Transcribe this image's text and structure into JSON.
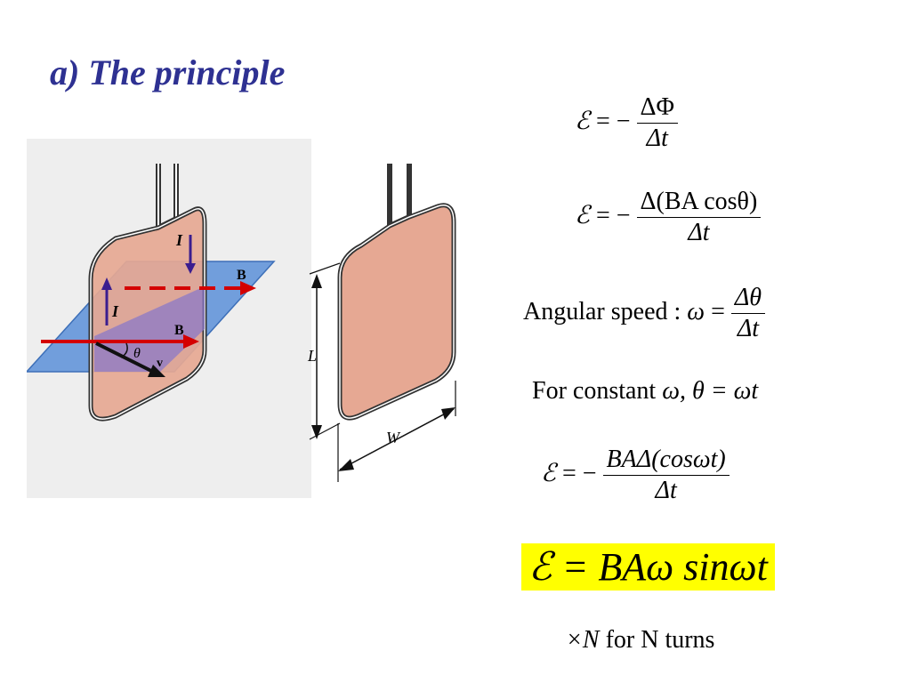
{
  "slide": {
    "title": "a) The principle"
  },
  "figure": {
    "labels": {
      "I_top": "I",
      "I_left": "I",
      "B_top": "B",
      "B_mid": "B",
      "theta": "θ",
      "v": "v",
      "L": "L",
      "W": "W"
    },
    "colors": {
      "loop_fill": "#e6a893",
      "plane_fill": "#5b8fd8",
      "overlap_fill": "#8a78c8",
      "field_arrow": "#d40000",
      "current_arrow": "#3a1d8f",
      "panel_bg": "#eeeeee"
    }
  },
  "equations": {
    "eq1": {
      "lhs": "ℰ",
      "op": "= −",
      "num": "ΔΦ",
      "den": "Δt"
    },
    "eq2": {
      "lhs": "ℰ",
      "op": "= −",
      "num": "Δ(BA cosθ)",
      "den": "Δt"
    },
    "eq3": {
      "label": "Angular speed :",
      "lhs": "ω",
      "op": "=",
      "num": "Δθ",
      "den": "Δt"
    },
    "eq4": {
      "text": "For constant",
      "expr": "ω,  θ = ωt"
    },
    "eq5": {
      "lhs": "ℰ",
      "op": "= −",
      "num": "BAΔ(cosωt)",
      "den": "Δt"
    },
    "eq6": {
      "lhs": "ℰ",
      "rhs": "= BAω sinωt",
      "highlight_color": "#ffff00"
    },
    "eq7": {
      "mult": "×N",
      "suffix": "for N turns"
    }
  }
}
